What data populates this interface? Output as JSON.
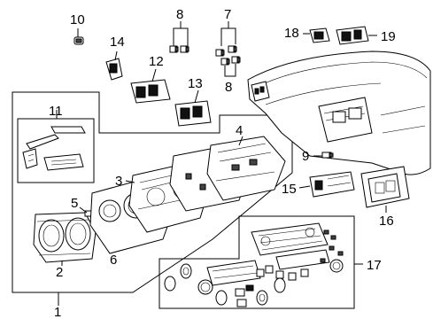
{
  "callouts": {
    "c1": "1",
    "c2": "2",
    "c3": "3",
    "c4": "4",
    "c5": "5",
    "c6": "6",
    "c7": "7",
    "c8a": "8",
    "c8b": "8",
    "c9": "9",
    "c10": "10",
    "c11": "11",
    "c12": "12",
    "c13": "13",
    "c14": "14",
    "c15": "15",
    "c16": "16",
    "c17": "17",
    "c18": "18",
    "c19": "19"
  }
}
